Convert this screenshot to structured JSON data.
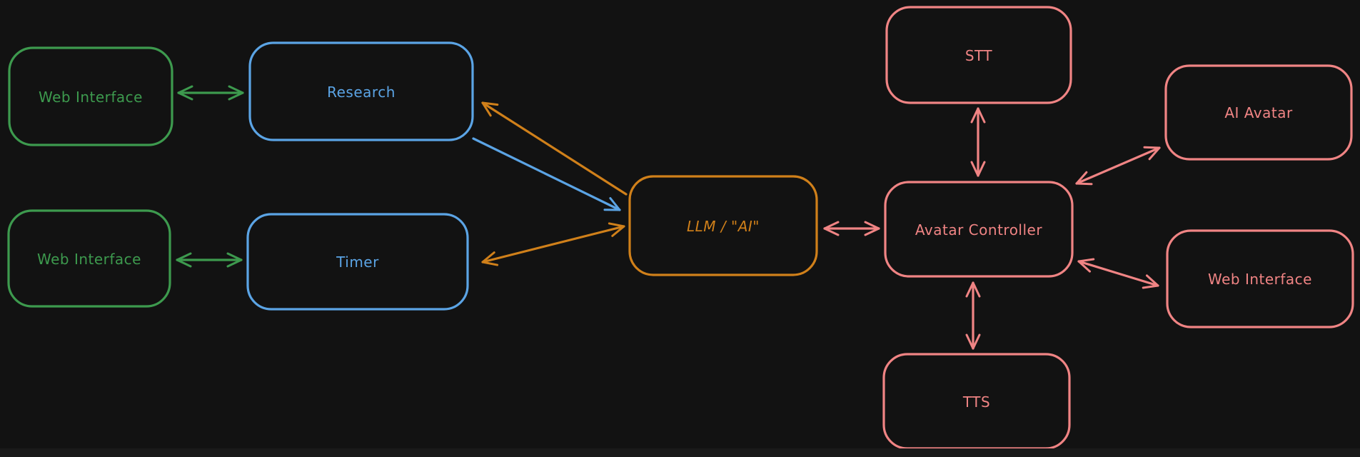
{
  "diagram": {
    "background_color": "#121212",
    "palette": {
      "green": "#3d9a4e",
      "blue": "#5ba4e5",
      "orange": "#d0801a",
      "pink": "#f08484"
    },
    "nodes": [
      {
        "id": "web-interface-top-left",
        "label": "Web Interface",
        "color": "green"
      },
      {
        "id": "research",
        "label": "Research",
        "color": "blue"
      },
      {
        "id": "web-interface-bottom-left",
        "label": "Web Interface",
        "color": "green"
      },
      {
        "id": "timer",
        "label": "Timer",
        "color": "blue"
      },
      {
        "id": "llm",
        "label": "LLM / \"AI\"",
        "color": "orange"
      },
      {
        "id": "stt",
        "label": "STT",
        "color": "pink"
      },
      {
        "id": "avatar-controller",
        "label": "Avatar Controller",
        "color": "pink"
      },
      {
        "id": "ai-avatar",
        "label": "AI Avatar",
        "color": "pink"
      },
      {
        "id": "web-interface-right",
        "label": "Web Interface",
        "color": "pink"
      },
      {
        "id": "tts",
        "label": "TTS",
        "color": "pink"
      }
    ],
    "edges": [
      {
        "from": "web-interface-top-left",
        "to": "research",
        "color": "green",
        "arrows": "both"
      },
      {
        "from": "web-interface-bottom-left",
        "to": "timer",
        "color": "green",
        "arrows": "both"
      },
      {
        "from": "llm",
        "to": "research",
        "color": "orange",
        "arrows": "end"
      },
      {
        "from": "research",
        "to": "llm",
        "color": "blue",
        "arrows": "end"
      },
      {
        "from": "timer",
        "to": "llm",
        "color": "orange",
        "arrows": "both"
      },
      {
        "from": "llm",
        "to": "avatar-controller",
        "color": "pink",
        "arrows": "both"
      },
      {
        "from": "stt",
        "to": "avatar-controller",
        "color": "pink",
        "arrows": "both"
      },
      {
        "from": "avatar-controller",
        "to": "tts",
        "color": "pink",
        "arrows": "both"
      },
      {
        "from": "avatar-controller",
        "to": "ai-avatar",
        "color": "pink",
        "arrows": "both"
      },
      {
        "from": "avatar-controller",
        "to": "web-interface-right",
        "color": "pink",
        "arrows": "both"
      }
    ]
  }
}
